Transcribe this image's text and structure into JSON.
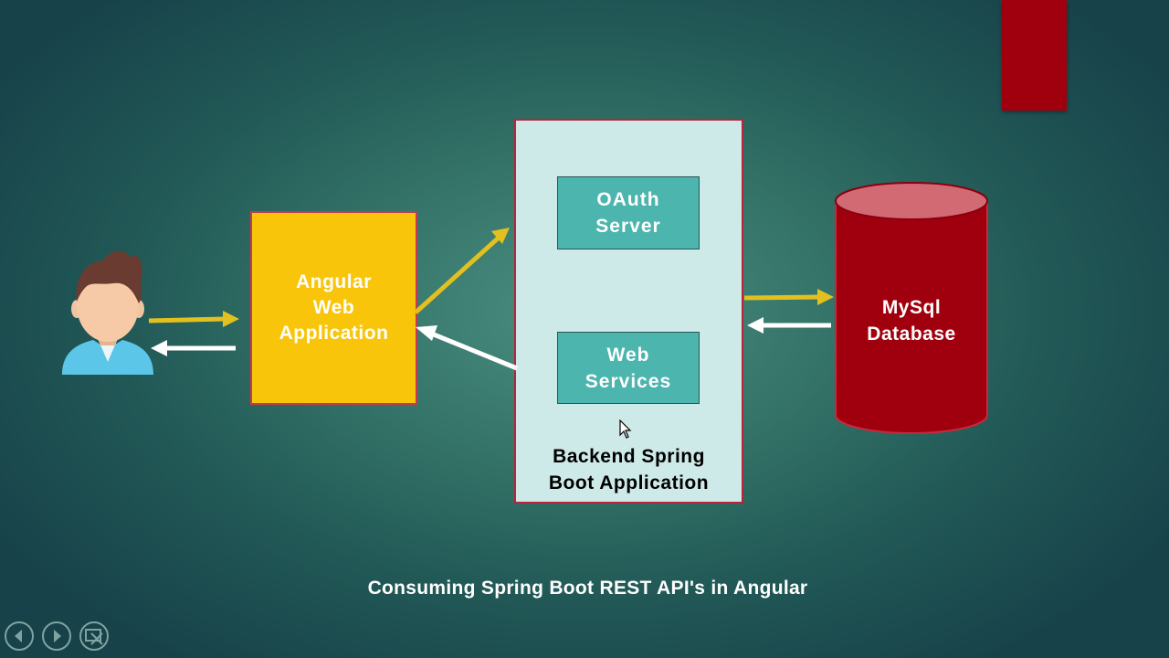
{
  "diagram": {
    "angular_label": "Angular\nWeb\nApplication",
    "oauth_label": "OAuth\nServer",
    "webservices_label": "Web\nServices",
    "backend_label": "Backend Spring\nBoot Application",
    "database_label": "MySql\nDatabase",
    "user_icon": "user-avatar-icon"
  },
  "caption": "Consuming Spring Boot REST API's in Angular",
  "controls": {
    "previous_icon": "previous-slide-icon",
    "next_icon": "next-slide-icon",
    "slideshow_icon": "exit-slideshow-icon"
  },
  "colors": {
    "background": "#357468",
    "angular_box": "#f8c50a",
    "backend_box": "#cde9e8",
    "service_box": "#4bb5ae",
    "database": "#a0000e",
    "request_arrow": "#e2c020",
    "response_arrow": "#ffffff"
  }
}
